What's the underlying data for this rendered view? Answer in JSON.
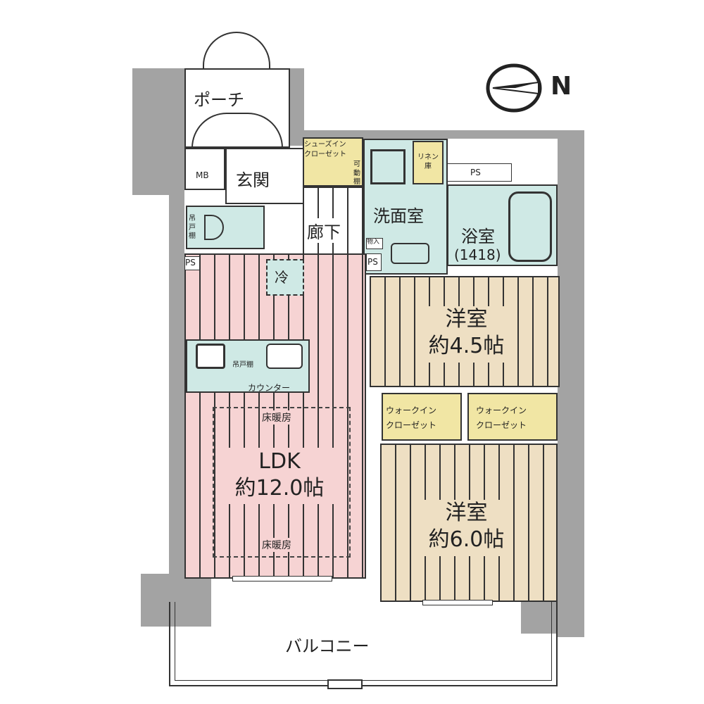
{
  "rooms": {
    "porch": "ポーチ",
    "mb": "MB",
    "entrance": "玄関",
    "shoe_closet_1": "シューズイン",
    "shoe_closet_2": "クローゼット",
    "movable_shelf": "可動棚",
    "linen": "リネン庫",
    "ps_top": "PS",
    "washroom": "洗面室",
    "bath": "浴室",
    "bath_size": "(1418)",
    "corridor": "廊下",
    "storage_small": "物入",
    "ps_mid": "PS",
    "ps_left": "PS",
    "toilet_shelf": "吊戸棚",
    "fridge": "冷",
    "kitchen_shelf": "吊戸棚",
    "counter": "カウンター",
    "floor_heat_top": "床暖房",
    "ldk": "LDK",
    "ldk_size": "約12.0帖",
    "floor_heat_bottom": "床暖房",
    "room1": "洋室",
    "room1_size": "約4.5帖",
    "wic1_1": "ウォークイン",
    "wic1_2": "クローゼット",
    "wic2_1": "ウォークイン",
    "wic2_2": "クローゼット",
    "room2": "洋室",
    "room2_size": "約6.0帖",
    "balcony": "バルコニー"
  },
  "compass": {
    "label": "N"
  },
  "colors": {
    "ldk": "#f6d3d3",
    "western": "#eedfc3",
    "wet": "#cfe9e5",
    "closet": "#f1e6a4",
    "wall": "#a3a3a3"
  }
}
